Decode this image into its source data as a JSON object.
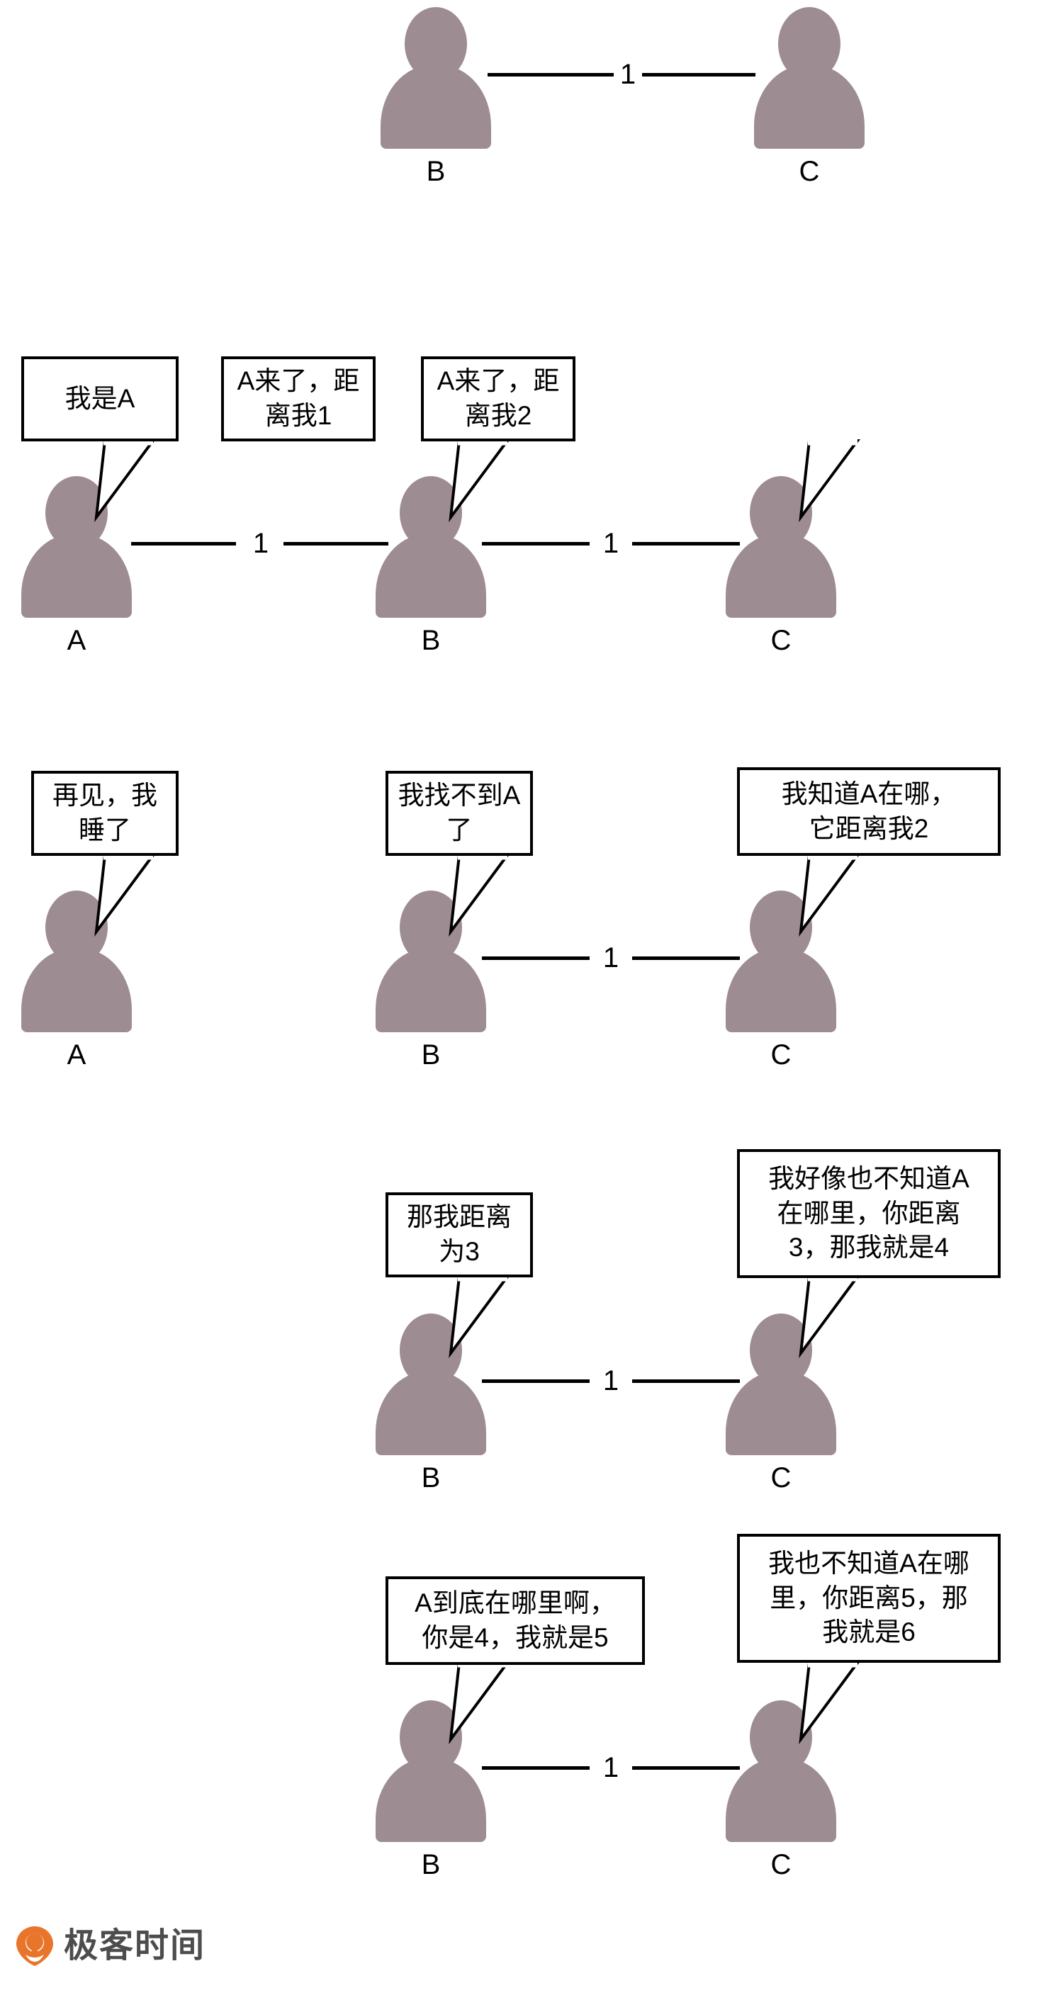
{
  "figure": {
    "title": "分布式节点 A B C 距离传播示意图",
    "person_color": "#9d8d92",
    "line_color": "#000000",
    "bubble_border_color": "#000000",
    "bubble_fill_color": "#ffffff",
    "logo_color": "#e8752a",
    "logo_text_color": "#4d4d4d"
  },
  "node_labels": {
    "a": "A",
    "b": "B",
    "c": "C"
  },
  "edge_labels": {
    "one": "1"
  },
  "rows": [
    {
      "id": "row-1",
      "nodes": [
        {
          "name": "node-b",
          "label": "B"
        },
        {
          "name": "node-c",
          "label": "C"
        }
      ],
      "edges": [
        {
          "from": "B",
          "to": "C",
          "label": "1"
        }
      ],
      "bubbles": []
    },
    {
      "id": "row-2",
      "nodes": [
        {
          "name": "node-a",
          "label": "A"
        },
        {
          "name": "node-b",
          "label": "B"
        },
        {
          "name": "node-c",
          "label": "C"
        }
      ],
      "edges": [
        {
          "from": "A",
          "to": "B",
          "label": "1"
        },
        {
          "from": "B",
          "to": "C",
          "label": "1"
        }
      ],
      "bubbles": [
        {
          "speaker": "A",
          "text": "我是A"
        },
        {
          "speaker": "B",
          "text": "A来了，距离我1"
        },
        {
          "speaker": "C",
          "text": "A来了，距离我2"
        }
      ]
    },
    {
      "id": "row-3",
      "nodes": [
        {
          "name": "node-a",
          "label": "A"
        },
        {
          "name": "node-b",
          "label": "B"
        },
        {
          "name": "node-c",
          "label": "C"
        }
      ],
      "edges": [
        {
          "from": "B",
          "to": "C",
          "label": "1"
        }
      ],
      "bubbles": [
        {
          "speaker": "A",
          "text": "再见，我睡了"
        },
        {
          "speaker": "B",
          "text": "我找不到A了"
        },
        {
          "speaker": "C",
          "text": "我知道A在哪，\n它距离我2"
        }
      ]
    },
    {
      "id": "row-4",
      "nodes": [
        {
          "name": "node-b",
          "label": "B"
        },
        {
          "name": "node-c",
          "label": "C"
        }
      ],
      "edges": [
        {
          "from": "B",
          "to": "C",
          "label": "1"
        }
      ],
      "bubbles": [
        {
          "speaker": "B",
          "text": "那我距离为3"
        },
        {
          "speaker": "C",
          "text": "我好像也不知道A\n在哪里，你距离\n3，那我就是4"
        }
      ]
    },
    {
      "id": "row-5",
      "nodes": [
        {
          "name": "node-b",
          "label": "B"
        },
        {
          "name": "node-c",
          "label": "C"
        }
      ],
      "edges": [
        {
          "from": "B",
          "to": "C",
          "label": "1"
        }
      ],
      "bubbles": [
        {
          "speaker": "B",
          "text": "A到底在哪里啊，\n你是4，我就是5"
        },
        {
          "speaker": "C",
          "text": "我也不知道A在哪\n里，你距离5，那\n我就是6"
        }
      ]
    }
  ],
  "footer": {
    "logo_text": "极客时间",
    "logo_icon": "location-pin-icon"
  }
}
